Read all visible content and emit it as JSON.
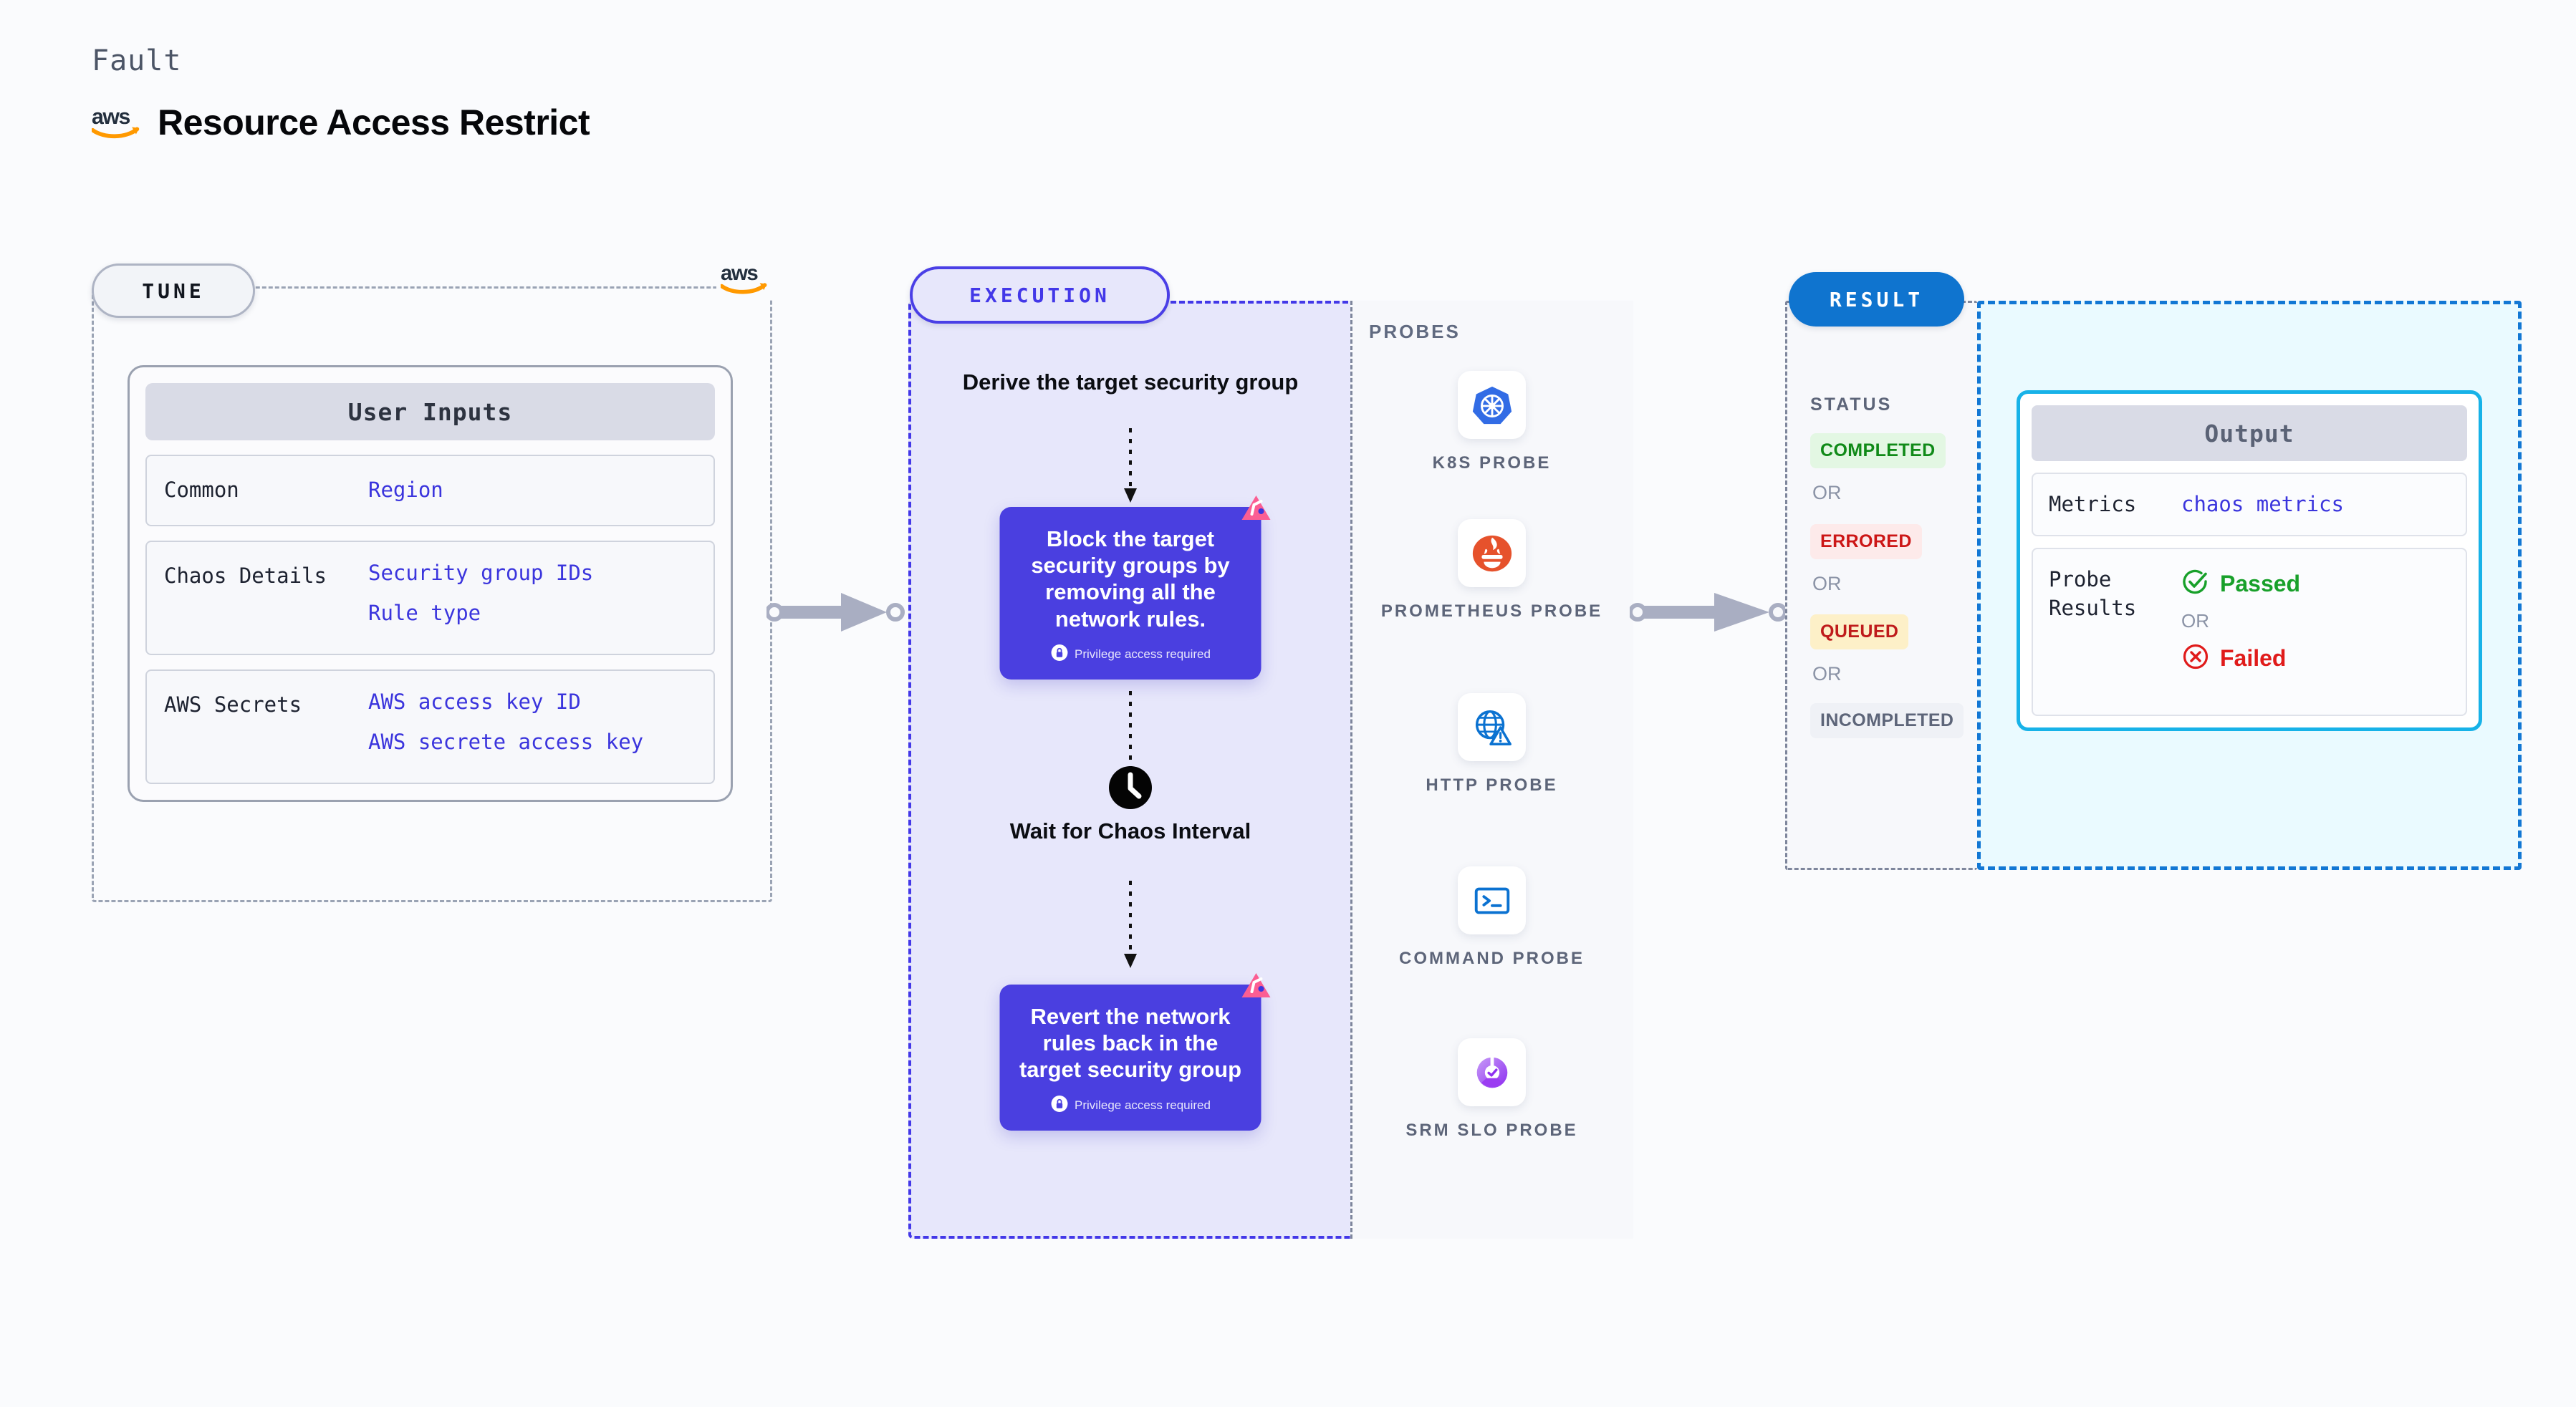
{
  "header": {
    "eyebrow": "Fault",
    "title": "Resource Access Restrict",
    "logo_icon": "aws-logo"
  },
  "tune": {
    "pill_label": "TUNE",
    "provider_logo": "aws-logo",
    "card": {
      "header": "User Inputs",
      "rows": [
        {
          "label": "Common",
          "values": [
            "Region"
          ]
        },
        {
          "label": "Chaos Details",
          "values": [
            "Security group IDs",
            "Rule type"
          ]
        },
        {
          "label": "AWS Secrets",
          "values": [
            "AWS access key ID",
            "AWS secrete access key"
          ]
        }
      ]
    }
  },
  "execution": {
    "pill_label": "EXECUTION",
    "steps": [
      {
        "type": "text",
        "label": "Derive the target security group"
      },
      {
        "type": "card",
        "label": "Block the target security groups by removing all the network rules.",
        "privilege": "Privilege access required",
        "badge_icon": "litmus-chaos-icon",
        "lock_icon": "lock-icon"
      },
      {
        "type": "clock",
        "label": "Wait for Chaos Interval",
        "icon": "clock-icon"
      },
      {
        "type": "card",
        "label": "Revert the network rules back in the target security group",
        "privilege": "Privilege access required",
        "badge_icon": "litmus-chaos-icon",
        "lock_icon": "lock-icon"
      }
    ]
  },
  "probes": {
    "title": "PROBES",
    "items": [
      {
        "label": "K8S PROBE",
        "icon": "kubernetes-icon"
      },
      {
        "label": "PROMETHEUS PROBE",
        "icon": "prometheus-icon"
      },
      {
        "label": "HTTP PROBE",
        "icon": "http-globe-warning-icon"
      },
      {
        "label": "COMMAND PROBE",
        "icon": "terminal-icon"
      },
      {
        "label": "SRM SLO PROBE",
        "icon": "srm-slo-icon"
      }
    ]
  },
  "result": {
    "pill_label": "RESULT",
    "status_title": "STATUS",
    "or_label": "OR",
    "statuses": [
      {
        "label": "COMPLETED",
        "bg": "#e3f7e3",
        "fg": "#108a18"
      },
      {
        "label": "ERRORED",
        "bg": "#fdeaea",
        "fg": "#cc1616"
      },
      {
        "label": "QUEUED",
        "bg": "#fdf0c8",
        "fg": "#bf1b1b"
      },
      {
        "label": "INCOMPLETED",
        "bg": "#eff1f6",
        "fg": "#5d6579"
      }
    ],
    "output_card": {
      "header": "Output",
      "metrics_label": "Metrics",
      "metrics_value": "chaos metrics",
      "probe_results_label": "Probe Results",
      "or_label": "OR",
      "passed_label": "Passed",
      "passed_icon": "check-circle-icon",
      "passed_color": "#18a02a",
      "failed_label": "Failed",
      "failed_icon": "x-circle-icon",
      "failed_color": "#e01b1b"
    }
  },
  "connectors": {
    "tune_to_execution": "arrow-right",
    "execution_to_result": "arrow-right"
  },
  "colors": {
    "accent_purple": "#4338e8",
    "accent_blue": "#0f74cf",
    "accent_cyan": "#17b2e8",
    "pink_badge": "#fb5e93",
    "page_bg": "#fafbfd"
  }
}
